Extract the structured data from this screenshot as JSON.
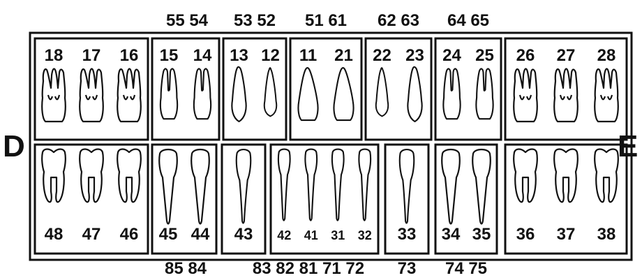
{
  "side_left": "D",
  "side_right": "E",
  "primary_upper_labels": [
    "55 54",
    "53 52",
    "51 61",
    "62 63",
    "64 65"
  ],
  "primary_lower_labels": [
    "85 84",
    "83 82 81 71 72",
    "73",
    "74 75"
  ],
  "upper_groups": [
    {
      "id": "u-right-molars",
      "teeth": [
        {
          "num": "18",
          "type": "molar"
        },
        {
          "num": "17",
          "type": "molar"
        },
        {
          "num": "16",
          "type": "molar"
        }
      ]
    },
    {
      "id": "u-right-premolars",
      "teeth": [
        {
          "num": "15",
          "type": "premolar"
        },
        {
          "num": "14",
          "type": "premolar"
        }
      ]
    },
    {
      "id": "u-right-anterior",
      "teeth": [
        {
          "num": "13",
          "type": "canine"
        },
        {
          "num": "12",
          "type": "lateral"
        }
      ]
    },
    {
      "id": "u-central",
      "teeth": [
        {
          "num": "11",
          "type": "central"
        },
        {
          "num": "21",
          "type": "central"
        }
      ]
    },
    {
      "id": "u-left-anterior",
      "teeth": [
        {
          "num": "22",
          "type": "lateral"
        },
        {
          "num": "23",
          "type": "canine"
        }
      ]
    },
    {
      "id": "u-left-premolars",
      "teeth": [
        {
          "num": "24",
          "type": "premolar"
        },
        {
          "num": "25",
          "type": "premolar"
        }
      ]
    },
    {
      "id": "u-left-molars",
      "teeth": [
        {
          "num": "26",
          "type": "molar"
        },
        {
          "num": "27",
          "type": "molar"
        },
        {
          "num": "28",
          "type": "molar"
        }
      ]
    }
  ],
  "lower_groups": [
    {
      "id": "l-right-molars",
      "teeth": [
        {
          "num": "48",
          "type": "lmolar"
        },
        {
          "num": "47",
          "type": "lmolar"
        },
        {
          "num": "46",
          "type": "lmolar"
        }
      ]
    },
    {
      "id": "l-right-premolars",
      "teeth": [
        {
          "num": "45",
          "type": "lpremolar"
        },
        {
          "num": "44",
          "type": "lpremolar"
        }
      ]
    },
    {
      "id": "l-right-canine",
      "teeth": [
        {
          "num": "43",
          "type": "lcanine"
        }
      ]
    },
    {
      "id": "l-incisors",
      "teeth": [
        {
          "num": "42",
          "type": "lincisor"
        },
        {
          "num": "41",
          "type": "lincisor"
        },
        {
          "num": "31",
          "type": "lincisor"
        },
        {
          "num": "32",
          "type": "lincisor"
        }
      ]
    },
    {
      "id": "l-left-canine",
      "teeth": [
        {
          "num": "33",
          "type": "lcanine"
        }
      ]
    },
    {
      "id": "l-left-premolars",
      "teeth": [
        {
          "num": "34",
          "type": "lpremolar"
        },
        {
          "num": "35",
          "type": "lpremolar"
        }
      ]
    },
    {
      "id": "l-left-molars",
      "teeth": [
        {
          "num": "36",
          "type": "lmolar"
        },
        {
          "num": "37",
          "type": "lmolar"
        },
        {
          "num": "38",
          "type": "lmolar"
        }
      ]
    }
  ]
}
